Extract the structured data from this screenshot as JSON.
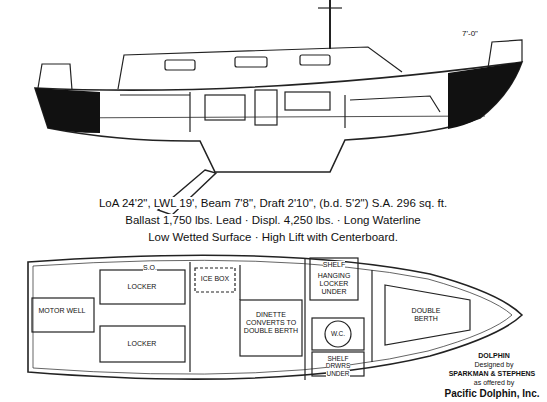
{
  "diagram": {
    "labels": [
      "7'-0\"",
      "LoA 24'2\", LWL 19', Beam 7'8\", Draft 2'10\", (b.d. 5'2\") S.A. 296 sq. ft.",
      "Ballast 1,750 lbs. Lead · Displ. 4,250 lbs. · Long Waterline",
      "Low Wetted Surface · High Lift with Centerboard.",
      "S.O.",
      "ICE BOX",
      "LOCKER",
      "MOTOR WELL",
      "LOCKER",
      "DINETTE CONVERTS TO DOUBLE BERTH",
      "SHELF",
      "HANGING LOCKER UNDER",
      "W.C.",
      "SHELF DRWRS UNDER",
      "DOUBLE BERTH",
      "DOLPHIN",
      "Designed by",
      "SPARKMAN & STEPHENS",
      "as offered by",
      "Pacific Dolphin, Inc."
    ]
  }
}
